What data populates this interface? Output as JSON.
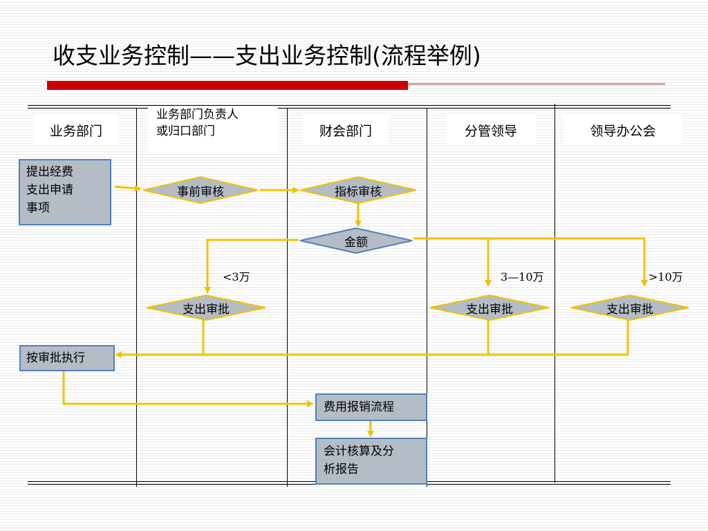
{
  "title": "收支业务控制——支出业务控制(流程举例)",
  "lanes": {
    "business_dept": "业务部门",
    "dept_head_line1": "业务部门负责人",
    "dept_head_line2": "或归口部门",
    "finance_dept": "财会部门",
    "supervising_leader": "分管领导",
    "leadership_office": "领导办公会"
  },
  "nodes": {
    "submit_request_line1": "提出经费",
    "submit_request_line2": "支出申请",
    "submit_request_line3": "事项",
    "pre_review": "事前审核",
    "budget_review": "指标审核",
    "amount": "金额",
    "approval_dept": "支出审批",
    "approval_supervisor": "支出审批",
    "approval_office": "支出审批",
    "execute": "按审批执行",
    "reimbursement": "费用报销流程",
    "accounting_line1": "会计核算及分",
    "accounting_line2": "析报告"
  },
  "conditions": {
    "low": "<3万",
    "mid": "3—10万",
    "high": ">10万"
  },
  "colors": {
    "accent_red": "#cc0000",
    "arrow": "#f2c200",
    "node_fill": "#b4bcc5",
    "node_border": "#4f81bd"
  }
}
